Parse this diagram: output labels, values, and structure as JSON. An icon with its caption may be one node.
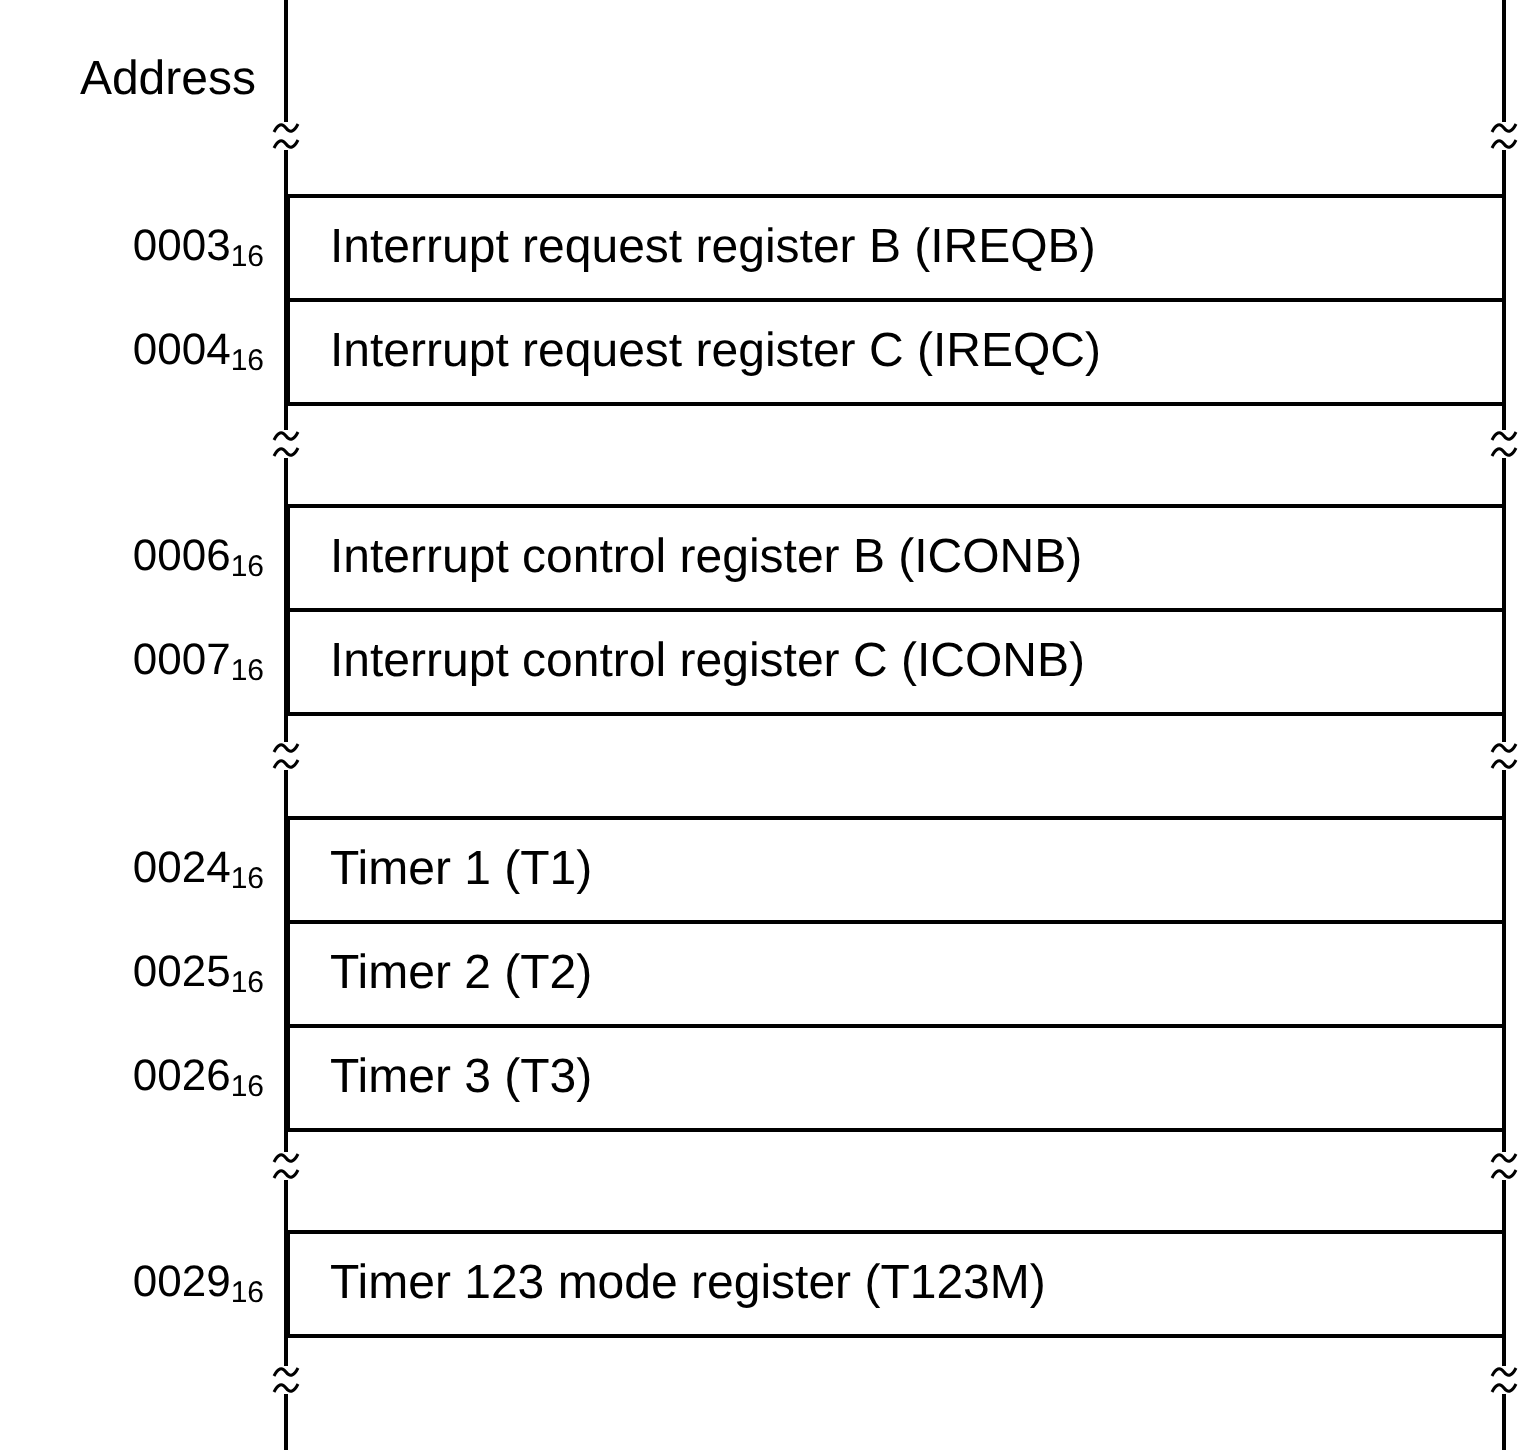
{
  "diagram": {
    "nodes": [
      {
        "text": [
          "Interrupt request register B (IREQB)"
        ],
        "beside": [
          "0003$_{16}$"
        ]
      },
      {
        "text": [
          "Interrupt request register C (IREQC)"
        ],
        "beside": [
          "0004$_{16}$"
        ]
      },
      {
        "text": [
          "Interrupt control register B (ICONB)"
        ],
        "beside": [
          "0006$_{16}$"
        ]
      },
      {
        "text": [
          "Interrupt control register C (ICONB)"
        ],
        "beside": [
          "0007$_{16}$"
        ]
      },
      {
        "text": [
          "Timer 1 (T1)"
        ],
        "beside": [
          "0024$_{16}$"
        ]
      },
      {
        "text": [
          "Timer 2 (T2)"
        ],
        "beside": [
          "0025$_{16}$"
        ]
      },
      {
        "text": [
          "Timer 3 (T3)"
        ],
        "beside": [
          "0026$_{16}$"
        ]
      },
      {
        "text": [
          "Timer 123 mode register (T123M)"
        ],
        "beside": [
          "0029$_{16}$"
        ]
      }
    ],
    "edges": [],
    "labels": [
      "Address"
    ]
  }
}
